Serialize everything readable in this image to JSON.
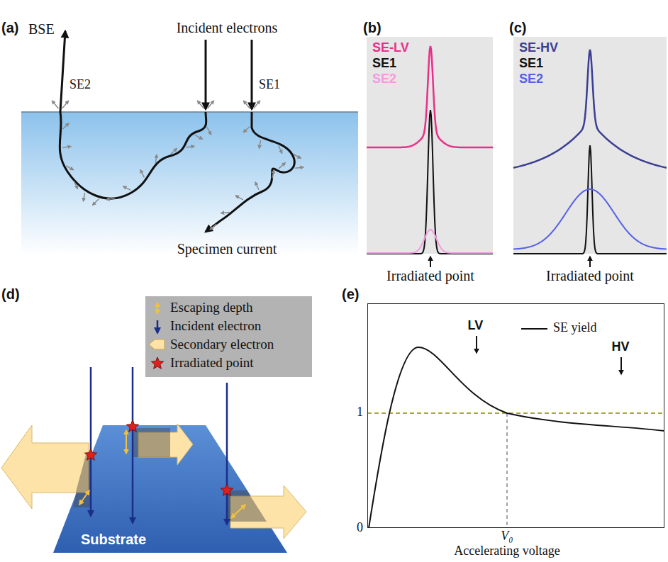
{
  "diagram": {
    "nodes": [
      {
        "text": [
          "SE-LV",
          "SE1",
          "SE2"
        ]
      },
      {
        "text": [
          "SE-HV",
          "SE1",
          "SE2"
        ]
      },
      {
        "text": [
          "Substrate"
        ]
      },
      {
        "text": [
          "LV",
          "HV"
        ]
      }
    ],
    "labels": [
      "(a)",
      "BSE",
      "Incident electrons",
      "SE2",
      "SE1",
      "Specimen current",
      "(b)",
      "Irradiated point",
      "(c)",
      "Irradiated point",
      "(d)",
      "(e)",
      "1",
      "0",
      "V₀",
      "Accelerating voltage"
    ],
    "legend": [
      {
        "text": "Escaping depth"
      },
      {
        "text": "Incident electron"
      },
      {
        "text": "Secondary electron"
      },
      {
        "text": "Irradiated point"
      },
      {
        "text": "SE yield"
      }
    ]
  }
}
